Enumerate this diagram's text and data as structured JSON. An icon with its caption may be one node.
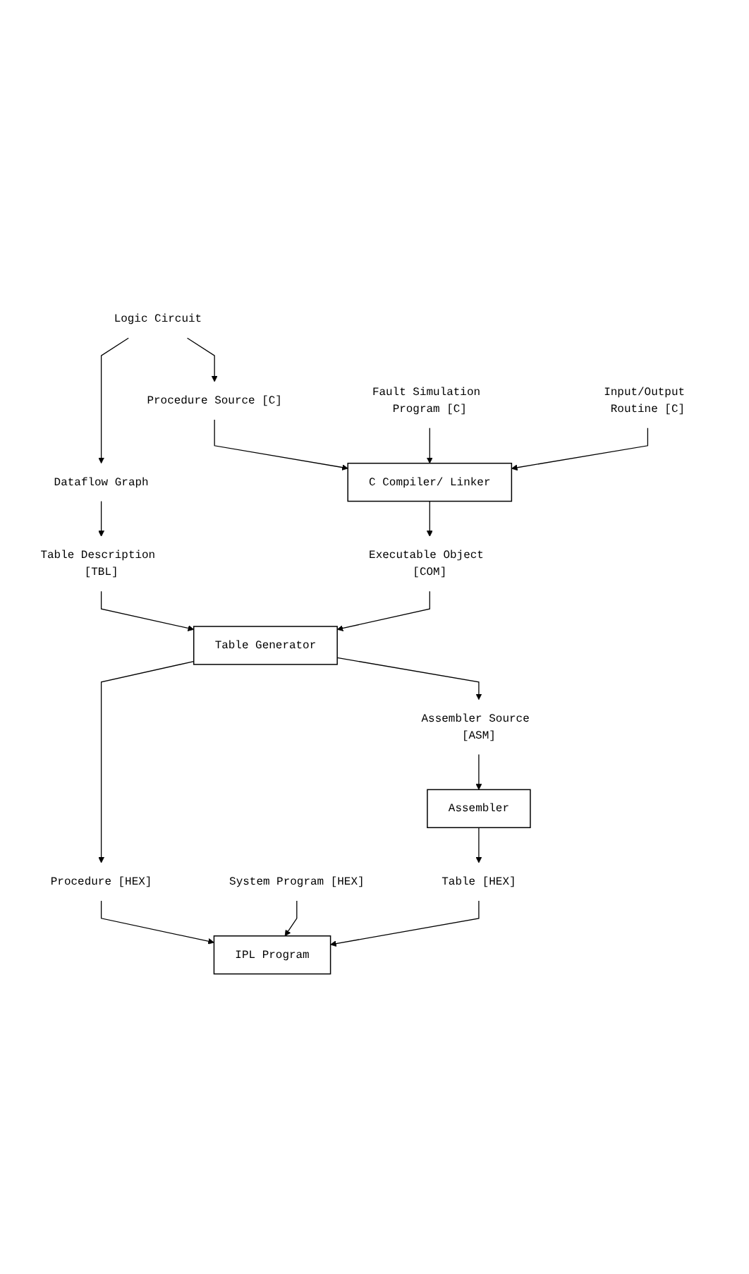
{
  "diagram": {
    "nodes": [
      {
        "text": [
          "Logic Circuit"
        ]
      },
      {
        "text": [
          "Dataflow Graph"
        ]
      },
      {
        "text": [
          "Procedure Source [C]"
        ]
      },
      {
        "text": [
          "Fault Simulation Program [C]"
        ]
      },
      {
        "text": [
          "Input/Output Routine [C]"
        ]
      },
      {
        "text": [
          "C Compiler/ Linker"
        ]
      },
      {
        "text": [
          "Table Description [TBL]"
        ]
      },
      {
        "text": [
          "Executable Object [COM]"
        ]
      },
      {
        "text": [
          "Table Generator"
        ]
      },
      {
        "text": [
          "System Program [HEX]"
        ]
      },
      {
        "text": [
          "Assembler Source [ASM]"
        ]
      },
      {
        "text": [
          "Procedure [HEX]"
        ]
      },
      {
        "text": [
          "Assembler"
        ]
      },
      {
        "text": [
          "Table [HEX]"
        ]
      },
      {
        "text": [
          "IPL Program"
        ]
      }
    ],
    "edges": [
      {
        "from": 0,
        "to": 1,
        "arrow": "to"
      },
      {
        "from": 0,
        "to": 2,
        "arrow": "to"
      },
      {
        "from": 1,
        "to": 6,
        "arrow": "to"
      },
      {
        "from": 2,
        "to": 5,
        "arrow": "to"
      },
      {
        "from": 3,
        "to": 5,
        "arrow": "to"
      },
      {
        "from": 4,
        "to": 5,
        "arrow": "to"
      },
      {
        "from": 5,
        "to": 7,
        "arrow": "to"
      },
      {
        "from": 6,
        "to": 8,
        "arrow": "to"
      },
      {
        "from": 7,
        "to": 8,
        "arrow": "to"
      },
      {
        "from": 8,
        "to": 11,
        "arrow": "to"
      },
      {
        "from": 8,
        "to": 10,
        "arrow": "to"
      },
      {
        "from": 10,
        "to": 12,
        "arrow": "to"
      },
      {
        "from": 12,
        "to": 13,
        "arrow": "to"
      },
      {
        "from": 11,
        "to": 14,
        "arrow": "to"
      },
      {
        "from": 9,
        "to": 14,
        "arrow": "to"
      },
      {
        "from": 13,
        "to": 14,
        "arrow": "to"
      }
    ]
  }
}
